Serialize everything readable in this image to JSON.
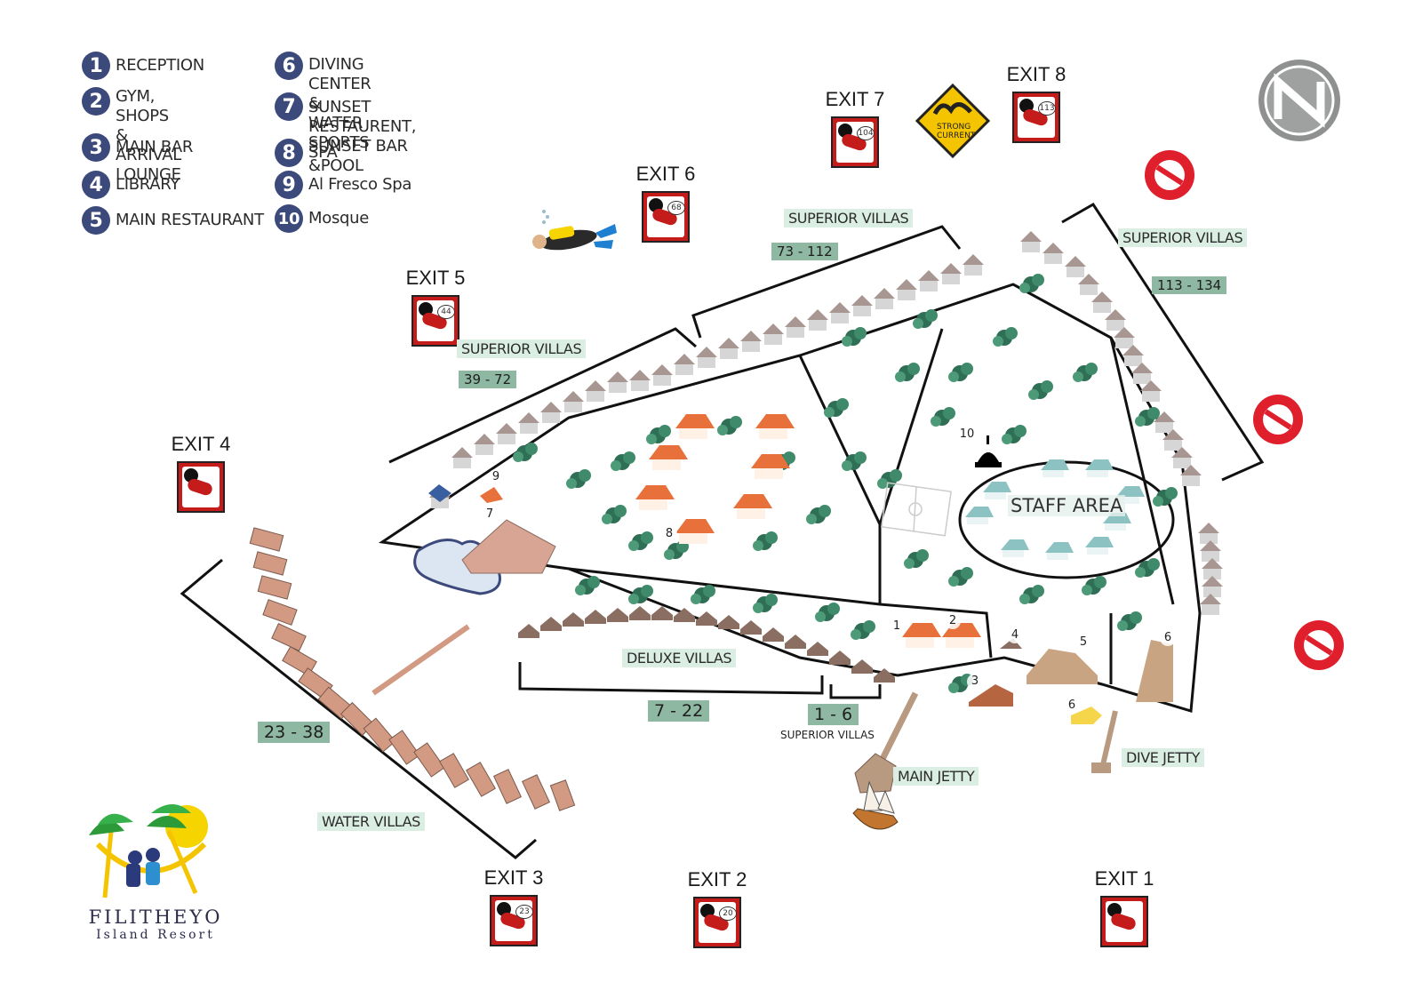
{
  "legend": {
    "items": [
      {
        "num": "1",
        "label": "RECEPTION"
      },
      {
        "num": "2",
        "label": "GYM, SHOPS &\nARRIVAL LOUNGE"
      },
      {
        "num": "3",
        "label": "MAIN BAR"
      },
      {
        "num": "4",
        "label": "LIBRARY"
      },
      {
        "num": "5",
        "label": "MAIN RESTAURANT"
      },
      {
        "num": "6",
        "label": "DIVING CENTER\n& WATER SPORTS"
      },
      {
        "num": "7",
        "label": "SUNSET RESTAURENT,\nSUNSET BAR &POOL"
      },
      {
        "num": "8",
        "label": "SPA"
      },
      {
        "num": "9",
        "label": "Al Fresco Spa"
      },
      {
        "num": "10",
        "label": "Mosque"
      }
    ]
  },
  "exits": [
    {
      "label": "EXIT 1",
      "villa": ""
    },
    {
      "label": "EXIT 2",
      "villa": "20"
    },
    {
      "label": "EXIT 3",
      "villa": "23"
    },
    {
      "label": "EXIT 4",
      "villa": ""
    },
    {
      "label": "EXIT 5",
      "villa": "44"
    },
    {
      "label": "EXIT 6",
      "villa": "68"
    },
    {
      "label": "EXIT 7",
      "villa": "104"
    },
    {
      "label": "EXIT 8",
      "villa": "113"
    }
  ],
  "areas": {
    "superior_villas": "SUPERIOR VILLAS",
    "superior_villas_small": "SUPERIOR VILLAS",
    "deluxe_villas": "DELUXE VILLAS",
    "water_villas": "WATER VILLAS",
    "staff_area": "STAFF AREA",
    "main_jetty": "MAIN JETTY",
    "dive_jetty": "DIVE JETTY"
  },
  "ranges": {
    "r73_112": "73 - 112",
    "r113_134": "113 - 134",
    "r39_72": "39 - 72",
    "r23_38": "23 - 38",
    "r7_22": "7 - 22",
    "r1_6": "1 - 6"
  },
  "warning_sign": {
    "line1": "STRONG",
    "line2": "CURRENT"
  },
  "brand": {
    "name": "FILITHEYO",
    "sub": "Island Resort"
  },
  "map_markers": [
    "1",
    "2",
    "3",
    "4",
    "5",
    "6",
    "6",
    "7",
    "8",
    "9",
    "10"
  ],
  "colors": {
    "legend_circle": "#3b4a7a",
    "exit_red": "#c41b1b",
    "range_bg": "#8fb8a2",
    "label_bg": "#dbeee3",
    "roof_orange": "#e8703a",
    "staff_roof": "#8cc2c2",
    "tree": "#2f6f55",
    "no_entry": "#e01f2d",
    "warning_yellow": "#f5c400"
  },
  "icons": [
    "compass-north-icon",
    "no-entry-icon",
    "strong-current-warning-icon",
    "diver-icon",
    "mosque-icon",
    "ship-icon",
    "exit-sign-icon"
  ]
}
